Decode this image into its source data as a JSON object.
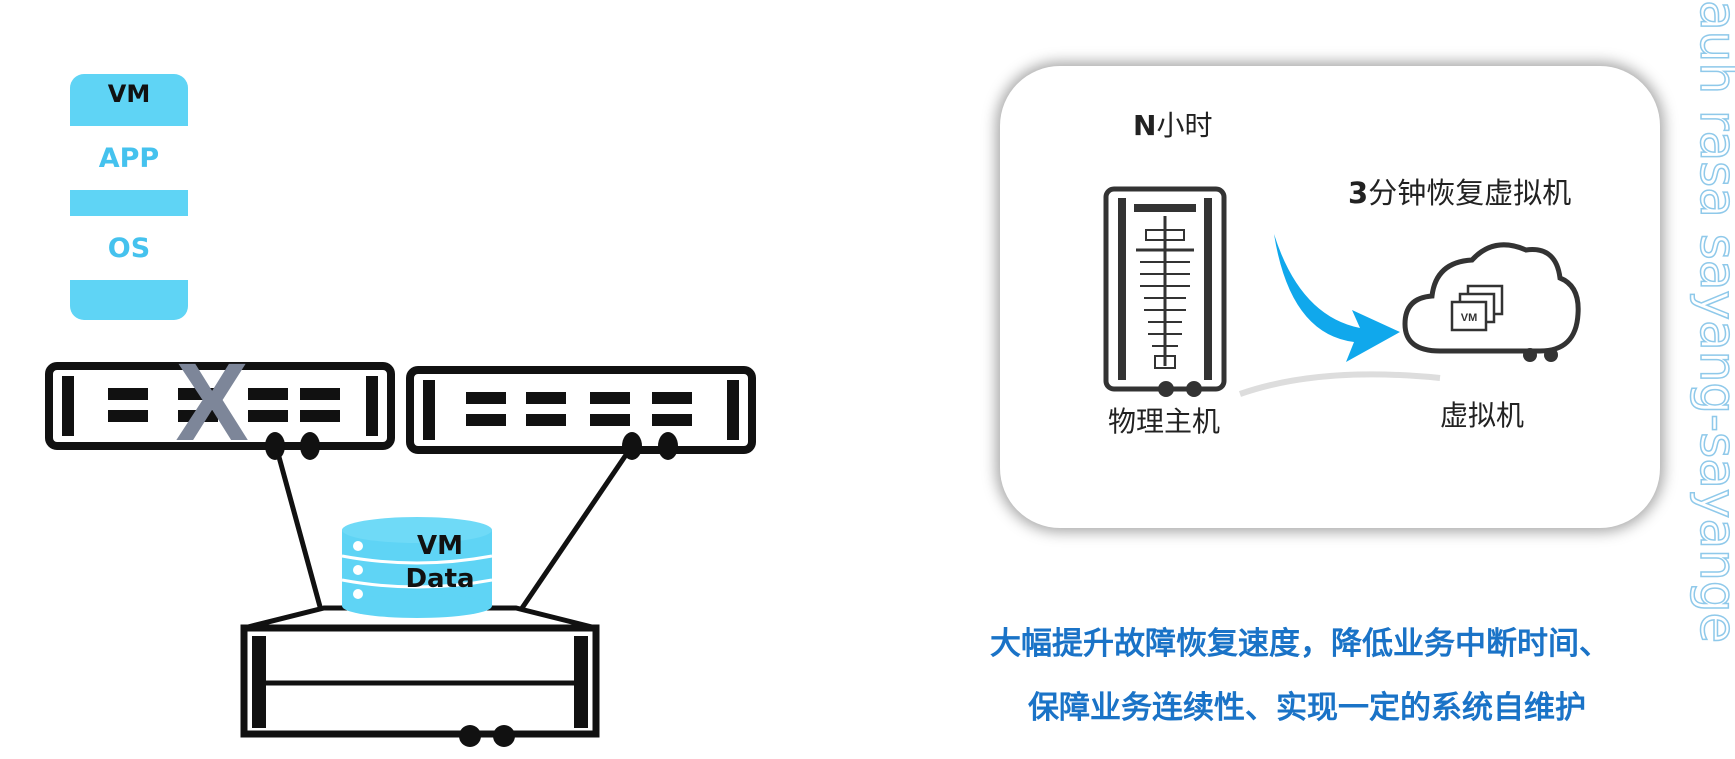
{
  "vm_stack": {
    "title": "VM",
    "layers": [
      "APP",
      "OS"
    ]
  },
  "storage": {
    "label_line1": "VM",
    "label_line2": "Data"
  },
  "fault_mark": "X",
  "recovery_panel": {
    "time_lead": "N",
    "time_rest": "小时",
    "physical_label": "物理主机",
    "recovery_lead": "3",
    "recovery_rest": "分钟恢复虚拟机",
    "virtual_label": "虚拟机",
    "vm_icon_text": "VM"
  },
  "caption": {
    "line1": "大幅提升故障恢复速度，降低业务中断时间、",
    "line2": "保障业务连续性、实现一定的系统自维护"
  },
  "watermark": "auh rasa sayang-sayange",
  "colors": {
    "cyan": "#5fd4f5",
    "cyan_text": "#45c2ee",
    "arrow_blue": "#10a8ec",
    "caption_blue": "#1a73c7",
    "fault_gray": "#7d8699",
    "watermark": "#8fc9ea"
  }
}
